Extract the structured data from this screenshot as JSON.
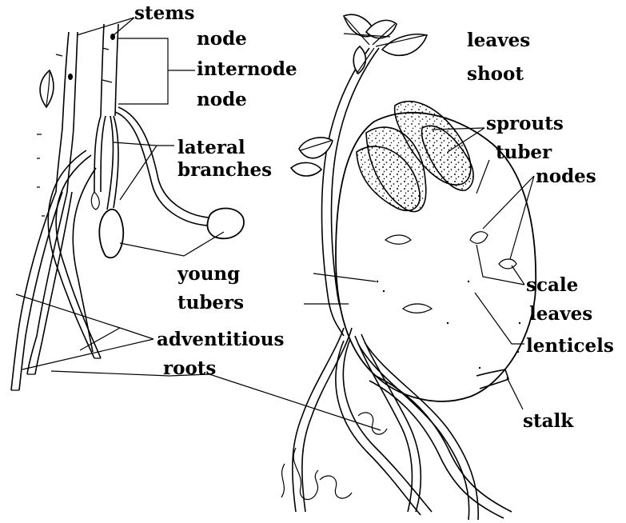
{
  "labels": {
    "stems": "stems",
    "node_top": "node",
    "internode": "internode",
    "node_bottom": "node",
    "lateral": "lateral",
    "branches": "branches",
    "young": "young",
    "tubers": "tubers",
    "adventitious": "adventitious",
    "roots": "roots",
    "leaves": "leaves",
    "shoot": "shoot",
    "sprouts": "sprouts",
    "tuber": "tuber",
    "nodes": "nodes",
    "scale": "scale",
    "leaves2": "leaves",
    "lenticels": "lenticels",
    "stalk": "stalk"
  }
}
